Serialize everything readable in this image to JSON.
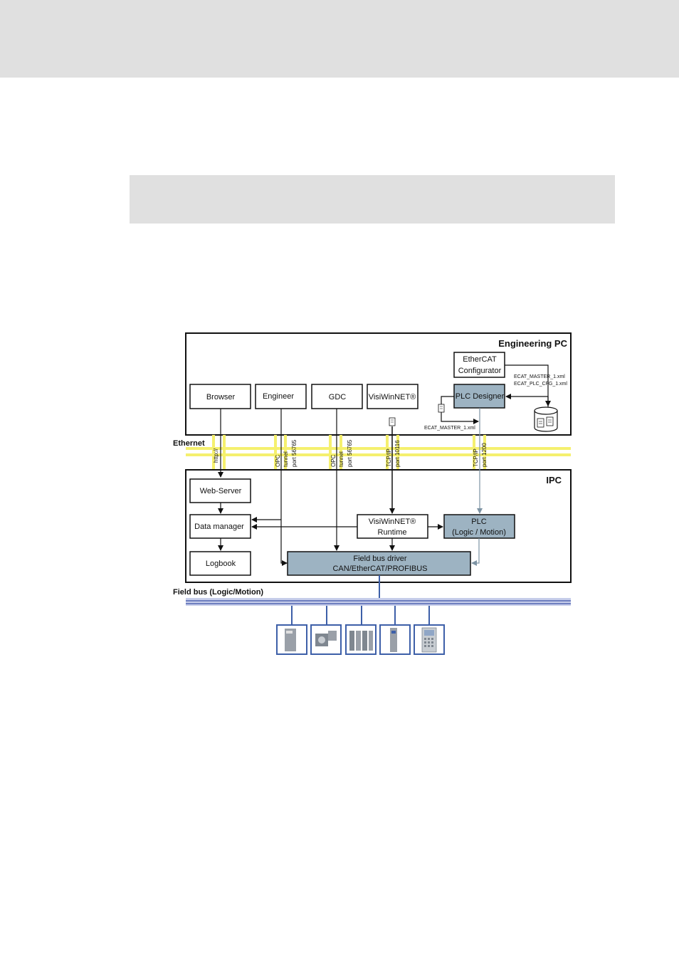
{
  "sections": {
    "engineering_pc": "Engineering PC",
    "ethernet": "Ethernet",
    "ipc": "IPC",
    "field_bus": "Field bus (Logic/Motion)"
  },
  "engineering_pc": {
    "ethercat_configurator": [
      "EtherCAT",
      "Configurator"
    ],
    "browser": "Browser",
    "engineer": "Engineer",
    "gdc": "GDC",
    "visiwinnet": "VisiWinNET®",
    "plc_designer": "PLC Designer",
    "files_right": [
      "ECAT_MASTER_1.xml",
      "ECAT_PLC_CFG_1.xml"
    ],
    "file_left": "ECAT_MASTER_1.xml"
  },
  "ethernet_labels": {
    "http": "http://",
    "opc1": [
      "OPC",
      "tunnel",
      "port 56765"
    ],
    "opc2": [
      "OPC",
      "tunnel",
      "port 56765"
    ],
    "tcp1": [
      "TCP/IP",
      "port 10116"
    ],
    "tcp2": [
      "TCP/IP",
      "port 1200"
    ]
  },
  "ipc": {
    "web_server": "Web-Server",
    "data_manager": "Data manager",
    "logbook": "Logbook",
    "visiwinnet_runtime": [
      "VisiWinNET®",
      "Runtime"
    ],
    "plc": [
      "PLC",
      "(Logic / Motion)"
    ],
    "field_bus_driver": [
      "Field bus driver",
      "CAN/EtherCAT/PROFIBUS"
    ]
  },
  "colors": {
    "highlight_box": "#9db3c2",
    "ethernet_stripe": "#f5f06e",
    "field_bus": "#6f7fc0",
    "device_frame": "#3d5fa8"
  },
  "devices": [
    "inverter-drive-icon",
    "servo-motor-gearbox-icon",
    "io-system-icon",
    "servo-inverter-icon",
    "operator-panel-icon"
  ]
}
